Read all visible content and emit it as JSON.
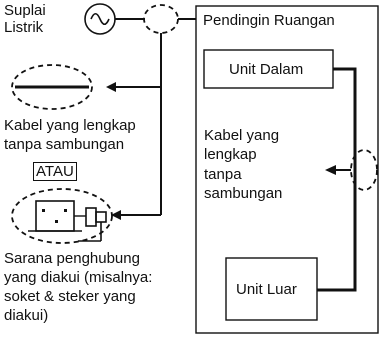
{
  "supply": {
    "line1": "Suplai",
    "line2": "Listrik"
  },
  "room_cooler": {
    "title": "Pendingin Ruangan"
  },
  "indoor_unit": {
    "label": "Unit Dalam"
  },
  "outdoor_unit": {
    "label": "Unit Luar"
  },
  "cable_inside": {
    "line1": "Kabel yang",
    "line2": "lengkap",
    "line3": "tanpa",
    "line4": "sambungan"
  },
  "cable_left": {
    "line1": "Kabel yang lengkap",
    "line2": "tanpa sambungan"
  },
  "or_label": "ATAU",
  "connector": {
    "line1": "Sarana penghubung",
    "line2": "yang diakui (misalnya:",
    "line3": "soket & steker yang",
    "line4": "diakui)"
  }
}
